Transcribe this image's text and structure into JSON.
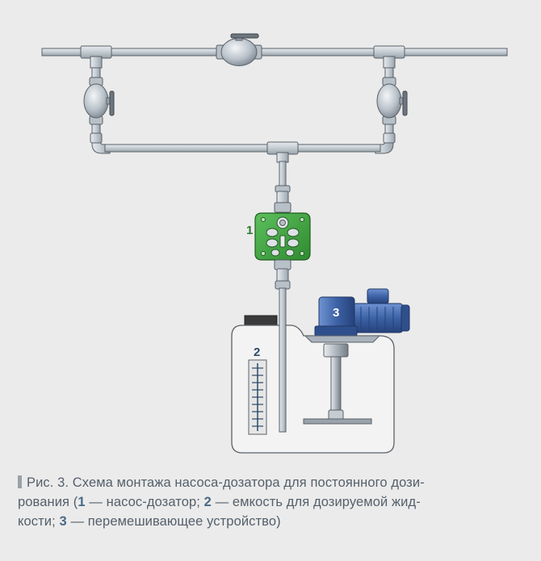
{
  "callouts": {
    "pump": "1",
    "tank": "2",
    "mixer": "3"
  },
  "caption": {
    "line1": "Рис. 3. Схема монтажа насоса-дозатора для постоянного дози-",
    "line2_a": "рования (",
    "line2_n1": "1",
    "line2_b": " — насос-дозатор; ",
    "line2_n2": "2",
    "line2_c": " — емкость для дозируемой жид-",
    "line3_a": "кости; ",
    "line3_n3": "3",
    "line3_b": " — перемешивающее устройство)"
  },
  "colors": {
    "background": "#ebebeb",
    "pipe": "#c9d0d6",
    "pipe_outline": "#5a6168",
    "pump_body": "#3fa33f",
    "motor": "#3d62a6",
    "tank": "#f2f2f2",
    "callout_pump": "#2e7a2e",
    "callout_tank": "#2b4a6a"
  },
  "icons": {
    "valves": "ball-valve-icon",
    "pump": "dosing-pump-icon",
    "mixer": "electric-mixer-icon",
    "tank": "dosing-tank-icon"
  }
}
